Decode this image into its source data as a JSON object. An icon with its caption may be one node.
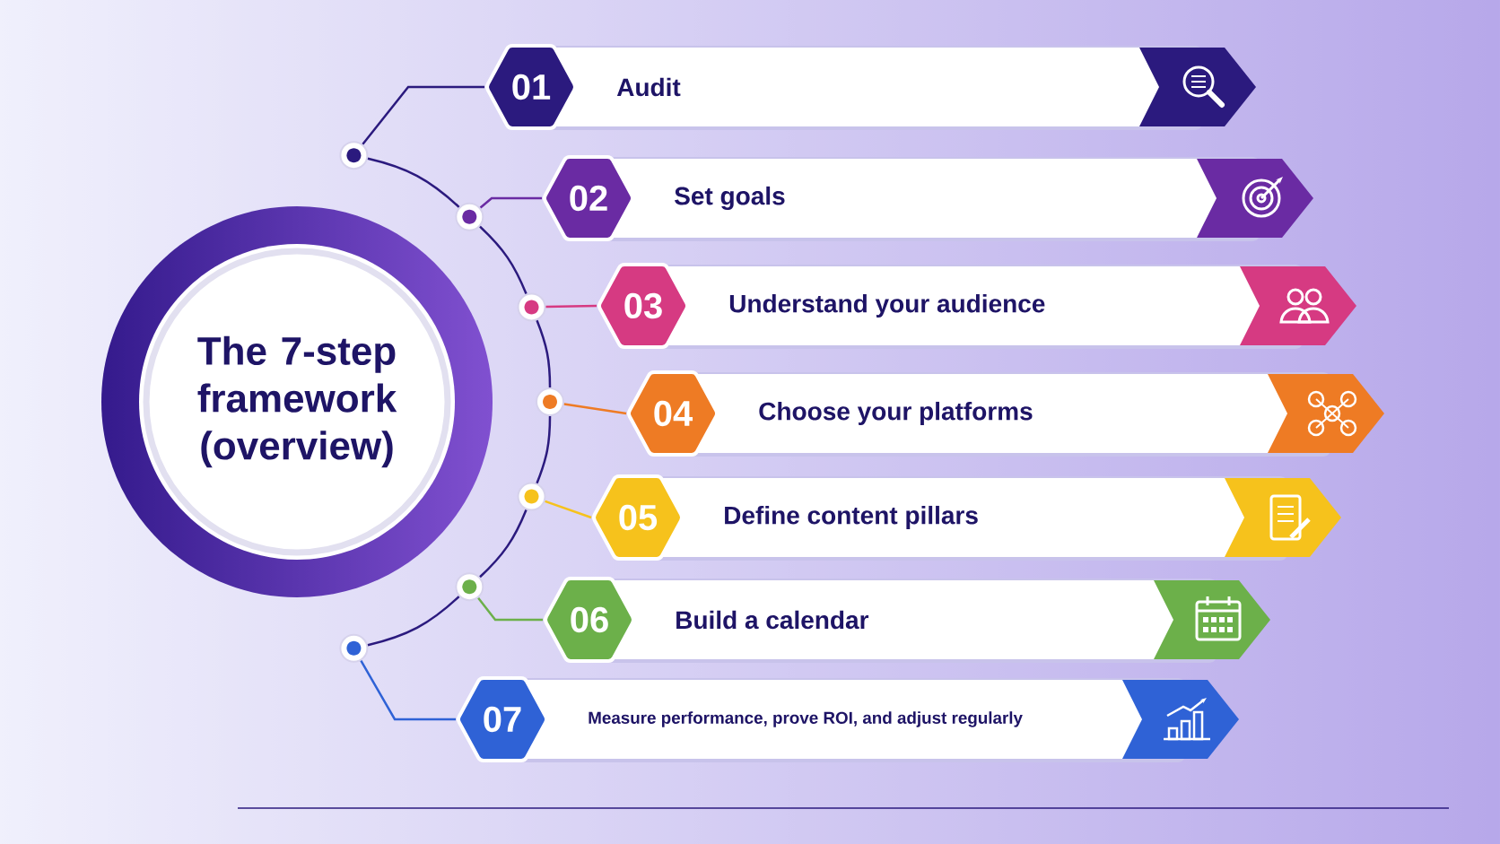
{
  "diagram": {
    "nodes": [
      {
        "text": [
          "The 7-step framework (overview)"
        ]
      },
      {
        "text": [
          "01",
          "Audit"
        ]
      },
      {
        "text": [
          "02",
          "Set goals"
        ]
      },
      {
        "text": [
          "03",
          "Understand your audience"
        ]
      },
      {
        "text": [
          "04",
          "Choose your platforms"
        ]
      },
      {
        "text": [
          "05",
          "Define content pillars"
        ]
      },
      {
        "text": [
          "06",
          "Build a calendar"
        ]
      },
      {
        "text": [
          "07",
          "Measure performance, prove ROI, and adjust regularly"
        ]
      },
      {
        "text": [],
        "shape": "circle"
      },
      {
        "text": [],
        "shape": "circle"
      },
      {
        "text": [],
        "shape": "circle"
      },
      {
        "text": [],
        "shape": "circle"
      },
      {
        "text": [],
        "shape": "circle"
      },
      {
        "text": [],
        "shape": "circle"
      },
      {
        "text": [],
        "shape": "circle"
      }
    ],
    "edges": [
      {
        "from": 8,
        "to": 9,
        "arrow": "none"
      },
      {
        "from": 9,
        "to": 10,
        "arrow": "none"
      },
      {
        "from": 10,
        "to": 11,
        "arrow": "none"
      },
      {
        "from": 11,
        "to": 12,
        "arrow": "none"
      },
      {
        "from": 12,
        "to": 13,
        "arrow": "none"
      },
      {
        "from": 13,
        "to": 14,
        "arrow": "none"
      },
      {
        "from": 8,
        "to": 1,
        "arrow": "none",
        "color": "#2b1a7e"
      },
      {
        "from": 9,
        "to": 2,
        "arrow": "none",
        "color": "#6a2ba3"
      },
      {
        "from": 10,
        "to": 3,
        "arrow": "none",
        "color": "#d63a82"
      },
      {
        "from": 11,
        "to": 4,
        "arrow": "none",
        "color": "#ee7b24"
      },
      {
        "from": 12,
        "to": 5,
        "arrow": "none",
        "color": "#f6c21c"
      },
      {
        "from": 13,
        "to": 6,
        "arrow": "none",
        "color": "#6cb04a"
      },
      {
        "from": 14,
        "to": 7,
        "arrow": "none",
        "color": "#2f62d6"
      }
    ]
  }
}
